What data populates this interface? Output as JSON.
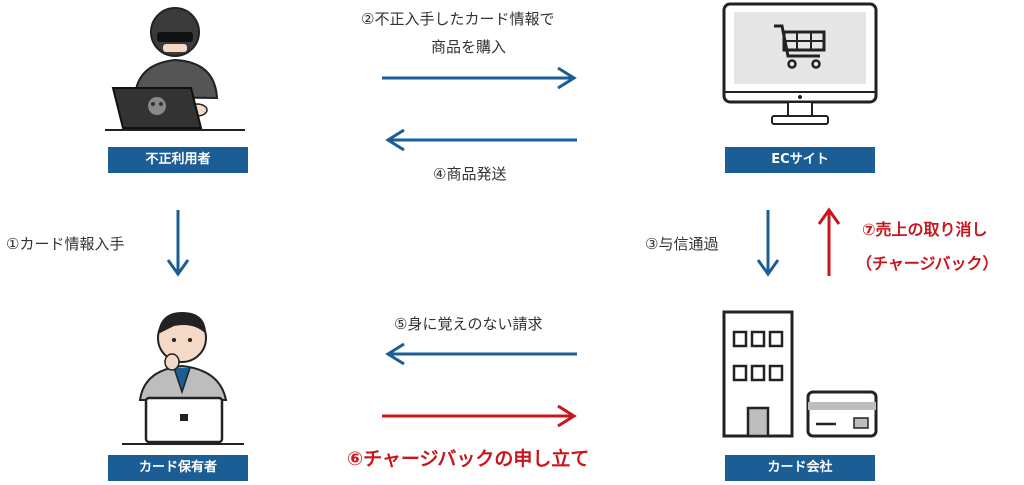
{
  "actors": {
    "fraudster": "不正利用者",
    "ec_site": "ECサイト",
    "cardholder": "カード保有者",
    "card_company": "カード会社"
  },
  "steps": {
    "s1": "①カード情報入手",
    "s2_line1": "②不正入手したカード情報で",
    "s2_line2": "商品を購入",
    "s3": "③与信通過",
    "s4": "④商品発送",
    "s5": "⑤身に覚えのない請求",
    "s6": "⑥チャージバックの申し立て",
    "s7_line1": "⑦売上の取り消し",
    "s7_line2": "（チャージバック）"
  },
  "colors": {
    "blue": "#1b5e95",
    "red": "#c8161d",
    "dark": "#2b2b2b"
  }
}
